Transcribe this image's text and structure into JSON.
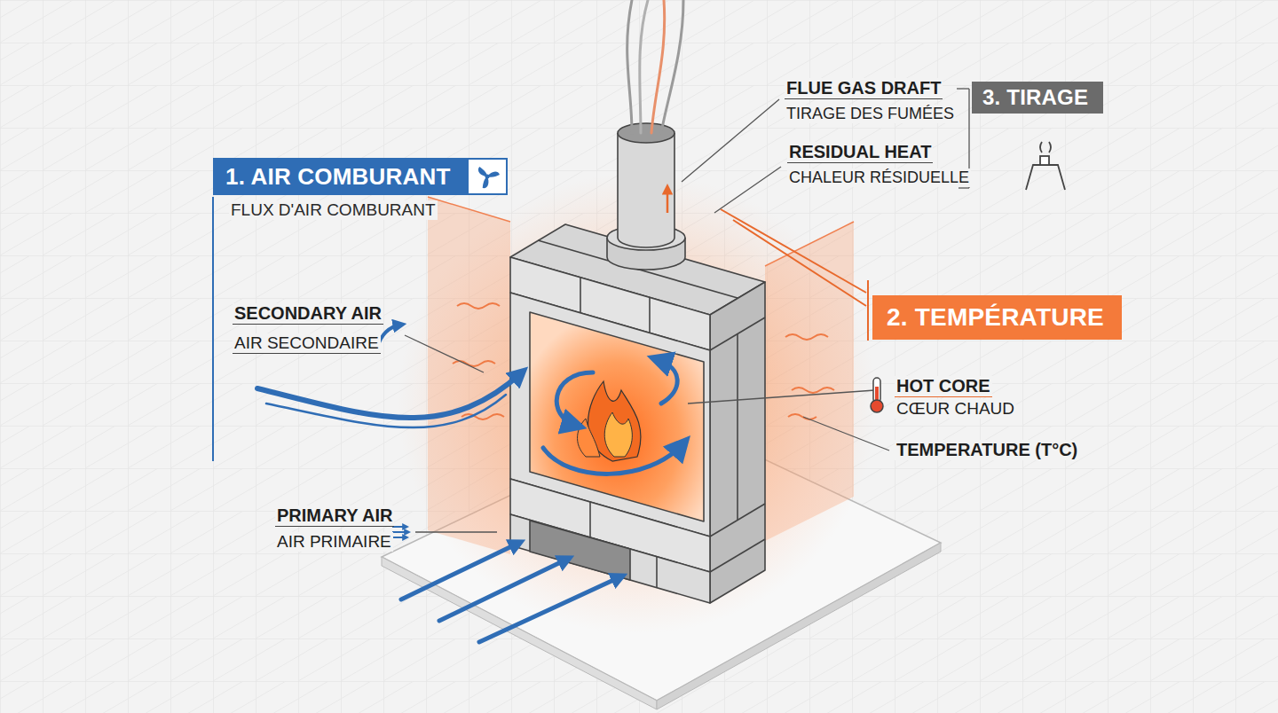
{
  "diagram": {
    "nodes": [
      {
        "text": [
          "1. AIR COMBURANT",
          "FLUX D'AIR COMBURANT"
        ]
      },
      {
        "text": [
          "2. TEMPÉRATURE"
        ]
      },
      {
        "text": [
          "3. TIRAGE"
        ]
      }
    ],
    "labels": [
      "FLUE GAS DRAFT",
      "TIRAGE DES FUMÉES",
      "RESIDUAL HEAT",
      "CHALEUR RÉSIDUELLE",
      "SECONDARY AIR",
      "AIR SECONDAIRE",
      "HOT CORE",
      "CŒUR CHAUD",
      "TEMPERATURE (T°C)",
      "PRIMARY AIR",
      "AIR PRIMAIRE"
    ]
  }
}
